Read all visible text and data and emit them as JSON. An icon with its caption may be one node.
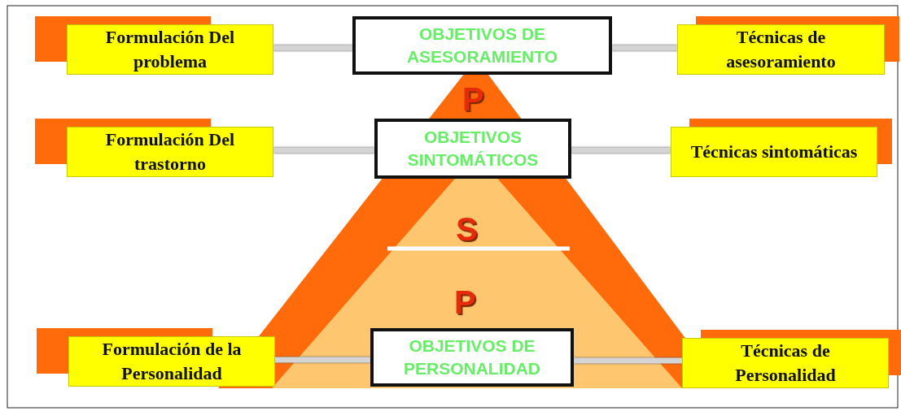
{
  "diagram": {
    "nodes": [
      {
        "text": [
          "Formulación Del problema"
        ]
      },
      {
        "text": [
          "OBJETIVOS DE ASESORAMIENTO"
        ]
      },
      {
        "text": [
          "Técnicas de asesoramiento"
        ]
      },
      {
        "text": [
          "Formulación Del trastorno"
        ]
      },
      {
        "text": [
          "OBJETIVOS SINTOMÁTICOS"
        ]
      },
      {
        "text": [
          "Técnicas sintomáticas"
        ]
      },
      {
        "text": [
          "Formulación de la Personalidad"
        ]
      },
      {
        "text": [
          "OBJETIVOS DE PERSONALIDAD"
        ]
      },
      {
        "text": [
          "Técnicas de Personalidad"
        ]
      }
    ],
    "edges": [
      {
        "from": 0,
        "to": 1,
        "arrow": "none"
      },
      {
        "from": 1,
        "to": 2,
        "arrow": "none"
      },
      {
        "from": 3,
        "to": 4,
        "arrow": "none"
      },
      {
        "from": 4,
        "to": 5,
        "arrow": "none"
      },
      {
        "from": 6,
        "to": 7,
        "arrow": "none"
      },
      {
        "from": 7,
        "to": 8,
        "arrow": "none"
      }
    ],
    "labels": [
      "P",
      "S",
      "P"
    ]
  }
}
